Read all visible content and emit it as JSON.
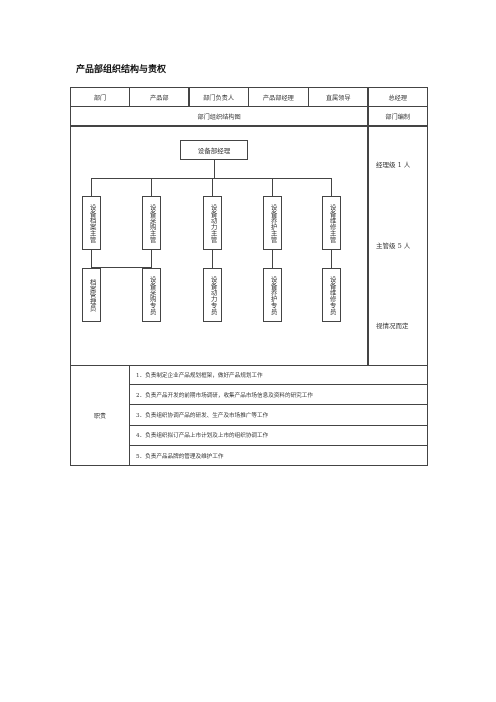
{
  "title": "产品部组织结构与责权",
  "header": {
    "labels": [
      "部门",
      "产品部",
      "部门负责人",
      "产品部经理",
      "直属领导",
      "总经理"
    ]
  },
  "row2": {
    "chart_label": "部门组织结构图",
    "staffing_label": "部门编制"
  },
  "org": {
    "root": "设备部经理",
    "managers": [
      "设备档案主管",
      "设备采购主管",
      "设备动力主管",
      "设备养护主管",
      "设备维修主管"
    ],
    "staff": [
      "档案管理员",
      "设备采购专员",
      "设备动力专员",
      "设备养护专员",
      "设备维修专员"
    ]
  },
  "staffing": {
    "manager_level": "经理级 1 人",
    "supervisor_level": "主管级 5 人",
    "other": "视情况而定"
  },
  "duties": {
    "label": "职责",
    "items": [
      "1．负责制定企业产品规划框架，做好产品规划工作",
      "2．负责产品开发的前期市场调研，收集产品市场信息及资料的研究工作",
      "3．负责组织协调产品的研发、生产及市场推广等工作",
      "4．负责组织拟订产品上市计划及上市的组织协调工作",
      "5．负责产品品牌的管理及维护工作"
    ]
  }
}
